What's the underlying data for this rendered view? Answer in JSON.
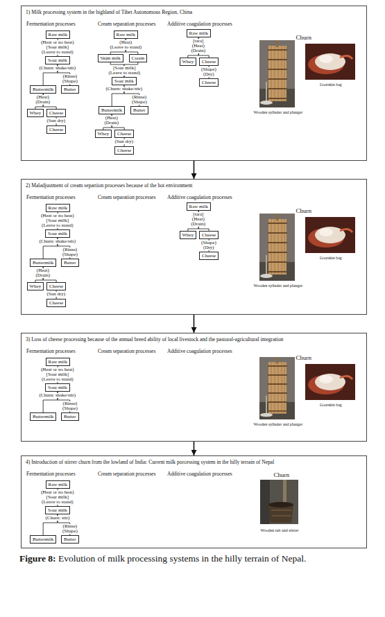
{
  "diagram": {
    "caption": "Figure 8: Evolution of milk processing systems in the hilly terrain of Nepal.",
    "nodes": [
      {
        "text": [
          "1) Milk processing system in the highland of Tibet Autonomous Region, China"
        ]
      },
      {
        "text": [
          "Raw milk"
        ],
        "in": 0
      },
      {
        "text": [
          "Sour milk"
        ],
        "in": 0
      },
      {
        "text": [
          "Buttermilk"
        ],
        "in": 0
      },
      {
        "text": [
          "Butter"
        ],
        "in": 0
      },
      {
        "text": [
          "Whey"
        ],
        "in": 0
      },
      {
        "text": [
          "Cheese"
        ],
        "in": 0
      },
      {
        "text": [
          "Cheese"
        ],
        "in": 0
      },
      {
        "text": [
          "Raw milk"
        ],
        "in": 0
      },
      {
        "text": [
          "Skim milk"
        ],
        "in": 0
      },
      {
        "text": [
          "Cream"
        ],
        "in": 0
      },
      {
        "text": [
          "Sour milk"
        ],
        "in": 0
      },
      {
        "text": [
          "Buttermilk"
        ],
        "in": 0
      },
      {
        "text": [
          "Butter"
        ],
        "in": 0
      },
      {
        "text": [
          "Whey"
        ],
        "in": 0
      },
      {
        "text": [
          "Cheese"
        ],
        "in": 0
      },
      {
        "text": [
          "Cheese"
        ],
        "in": 0
      },
      {
        "text": [
          "Raw milk"
        ],
        "in": 0
      },
      {
        "text": [
          "Whey"
        ],
        "in": 0
      },
      {
        "text": [
          "Cheese"
        ],
        "in": 0
      },
      {
        "text": [
          "Cheese"
        ],
        "in": 0
      },
      {
        "text": [
          "2) Maladjustment of cream separtion processes because of the hot environment"
        ]
      },
      {
        "text": [
          "Raw milk"
        ],
        "in": 21
      },
      {
        "text": [
          "Sour milk"
        ],
        "in": 21
      },
      {
        "text": [
          "Buttermilk"
        ],
        "in": 21
      },
      {
        "text": [
          "Butter"
        ],
        "in": 21
      },
      {
        "text": [
          "Whey"
        ],
        "in": 21
      },
      {
        "text": [
          "Cheese"
        ],
        "in": 21
      },
      {
        "text": [
          "Cheese"
        ],
        "in": 21
      },
      {
        "text": [
          "Raw milk"
        ],
        "in": 21
      },
      {
        "text": [
          "Whey"
        ],
        "in": 21
      },
      {
        "text": [
          "Cheese"
        ],
        "in": 21
      },
      {
        "text": [
          "Cheese"
        ],
        "in": 21
      },
      {
        "text": [
          "3) Loss of cheese processing because of the annual breed ability of local livestock and the pastoral-agricultural integration"
        ]
      },
      {
        "text": [
          "Raw milk"
        ],
        "in": 33
      },
      {
        "text": [
          "Sour milk"
        ],
        "in": 33
      },
      {
        "text": [
          "Buttermilk"
        ],
        "in": 33
      },
      {
        "text": [
          "Butter"
        ],
        "in": 33
      },
      {
        "text": [
          "4) Introduction of stirrer churn from the lowland of India: Current milk porcessing system in the hilly terrain of Nepal"
        ]
      },
      {
        "text": [
          "Raw milk"
        ],
        "in": 38
      },
      {
        "text": [
          "Sour milk"
        ],
        "in": 38
      },
      {
        "text": [
          "Buttermilk"
        ],
        "in": 38
      },
      {
        "text": [
          "Butter"
        ],
        "in": 38
      }
    ],
    "edges": [
      {
        "from": 1,
        "to": 2,
        "arrow": "none",
        "label": "(Heat or no heat) [Sour milk] (Leave to stand)"
      },
      {
        "from": 2,
        "to": 3,
        "arrow": "none",
        "label": "(Churn: shake/stir)"
      },
      {
        "from": 2,
        "to": 4,
        "arrow": "none",
        "label": "(Rinse) (Shape)"
      },
      {
        "from": 3,
        "to": 5,
        "arrow": "none",
        "label": "(Heat) (Drain)"
      },
      {
        "from": 3,
        "to": 6,
        "arrow": "none"
      },
      {
        "from": 6,
        "to": 7,
        "arrow": "none",
        "label": "(Sun dry)"
      },
      {
        "from": 8,
        "to": 9,
        "arrow": "none",
        "label": "(Heat) (Leave to stand)"
      },
      {
        "from": 8,
        "to": 10,
        "arrow": "none"
      },
      {
        "from": 9,
        "to": 11,
        "arrow": "none",
        "label": "[Sour milk] (Leave to stand)"
      },
      {
        "from": 10,
        "to": 11,
        "arrow": "none"
      },
      {
        "from": 11,
        "to": 12,
        "arrow": "none",
        "label": "(Churn: shake/stir)"
      },
      {
        "from": 11,
        "to": 13,
        "arrow": "none",
        "label": "(Rinse) (Shape)"
      },
      {
        "from": 12,
        "to": 14,
        "arrow": "none",
        "label": "(Heat) (Drain)"
      },
      {
        "from": 12,
        "to": 15,
        "arrow": "none"
      },
      {
        "from": 15,
        "to": 16,
        "arrow": "none",
        "label": "(Sun dry)"
      },
      {
        "from": 17,
        "to": 18,
        "arrow": "none",
        "label": "[tara] (Heat) (Drain)"
      },
      {
        "from": 17,
        "to": 19,
        "arrow": "none"
      },
      {
        "from": 19,
        "to": 20,
        "arrow": "none",
        "label": "(Shape) (Dry)"
      },
      {
        "from": 22,
        "to": 23,
        "arrow": "none",
        "label": "(Heat or no heat) [Sour milk] (Leave to stand)"
      },
      {
        "from": 23,
        "to": 24,
        "arrow": "none",
        "label": "(Churn: shake/stir)"
      },
      {
        "from": 23,
        "to": 25,
        "arrow": "none",
        "label": "(Rinse) (Shape)"
      },
      {
        "from": 24,
        "to": 26,
        "arrow": "none",
        "label": "(Heat) (Drain)"
      },
      {
        "from": 24,
        "to": 27,
        "arrow": "none"
      },
      {
        "from": 27,
        "to": 28,
        "arrow": "none",
        "label": "(Sun dry)"
      },
      {
        "from": 29,
        "to": 30,
        "arrow": "none",
        "label": "[tara] (Heat) (Drain)"
      },
      {
        "from": 29,
        "to": 31,
        "arrow": "none"
      },
      {
        "from": 31,
        "to": 32,
        "arrow": "none",
        "label": "(Shape) (Dry)"
      },
      {
        "from": 34,
        "to": 35,
        "arrow": "none",
        "label": "(Heat or no heat) [Sour milk] (Leave to stand)"
      },
      {
        "from": 35,
        "to": 36,
        "arrow": "none",
        "label": "(Churn: shake/stir)"
      },
      {
        "from": 35,
        "to": 37,
        "arrow": "none",
        "label": "(Rinse) (Shape)"
      },
      {
        "from": 39,
        "to": 40,
        "arrow": "none",
        "label": "(Heat or no heat) [Sour milk] (Leave to stand)"
      },
      {
        "from": 40,
        "to": 41,
        "arrow": "none",
        "label": "(Churn: stir)"
      },
      {
        "from": 40,
        "to": 42,
        "arrow": "none",
        "label": "(Rinse) (Shape)"
      },
      {
        "from": 0,
        "to": 21,
        "arrow": "to"
      },
      {
        "from": 21,
        "to": 33,
        "arrow": "to"
      },
      {
        "from": 33,
        "to": 38,
        "arrow": "to"
      }
    ],
    "labels": [
      "Fermentation processes",
      "Cream separation processes",
      "Additive coagulation processes",
      "Churn",
      "Wooden sylinder and plunger",
      "Goatskin bag",
      "Fermentation processes",
      "Cream separation processes",
      "Additive coagulation processes",
      "Churn",
      "Wooden sylinder and plunger",
      "Goatskin bag",
      "Fermentation processes",
      "Cream separation processes",
      "Additive coagulation processes",
      "Churn",
      "Wooden sylinder and plunger",
      "Goatskin bag",
      "Fermentation processes",
      "Cream separation processes",
      "Additive coagulation processes",
      "Churn",
      "Wooden tub and stirrer"
    ]
  }
}
